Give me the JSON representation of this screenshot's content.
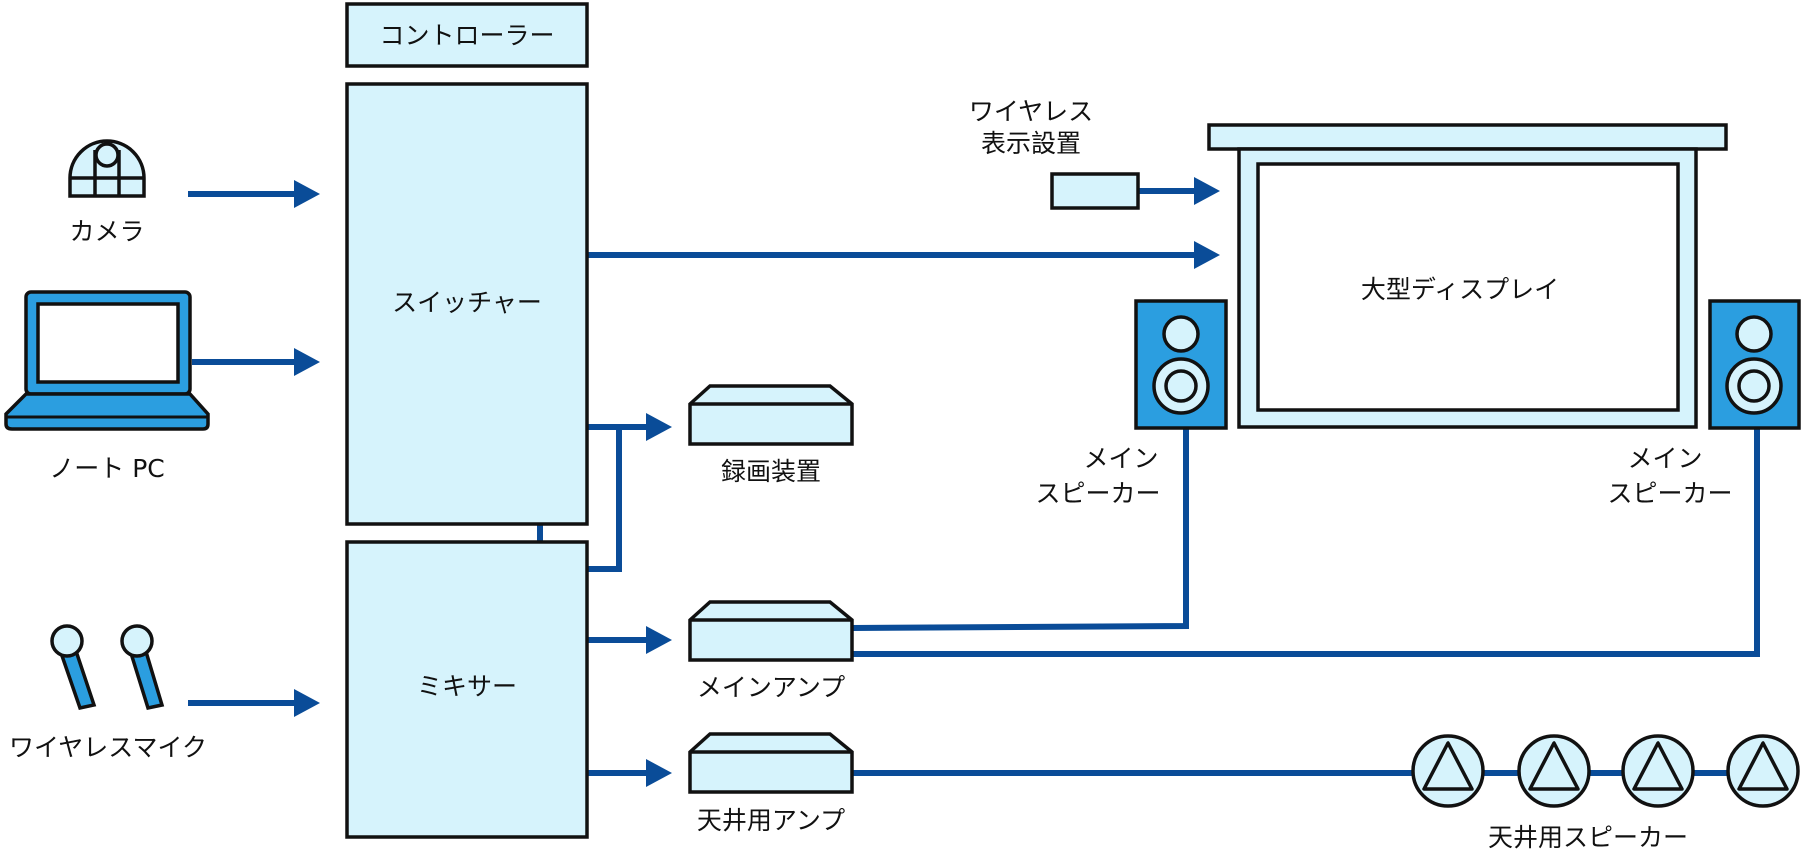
{
  "colors": {
    "box_fill": "#d6f3fc",
    "device_blue": "#2b9ee0",
    "wire": "#0a4c98",
    "outline": "#111111"
  },
  "nodes": {
    "controller": "コントローラー",
    "switcher": "スイッチャー",
    "mixer": "ミキサー",
    "camera": "カメラ",
    "laptop": "ノート PC",
    "wireless_mic": "ワイヤレスマイク",
    "recorder": "録画装置",
    "main_amp": "メインアンプ",
    "ceiling_amp": "天井用アンプ",
    "wireless_display_line1": "ワイヤレス",
    "wireless_display_line2": "表示設置",
    "large_display": "大型ディスプレイ",
    "main_speaker_line1": "メイン",
    "main_speaker_line2": "スピーカー",
    "ceiling_speaker": "天井用スピーカー"
  },
  "icons": [
    "camera-icon",
    "laptop-icon",
    "microphone-icon",
    "speaker-icon",
    "ceiling-speaker-icon"
  ]
}
